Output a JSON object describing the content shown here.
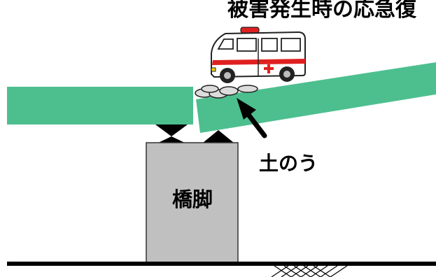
{
  "top_caption": "被害発生時の応急復",
  "pier_label": "橋脚",
  "sandbag_label": "土のう",
  "colors": {
    "deck": "#4dbf8f",
    "pier_fill": "#c0c0c0",
    "ground": "#000000",
    "ambulance_stripe": "#e02020",
    "ambulance_body": "#ffffff",
    "sandbag": "#dcdcdc"
  },
  "icons": {
    "vehicle": "ambulance-icon",
    "arrow": "arrow-icon"
  }
}
